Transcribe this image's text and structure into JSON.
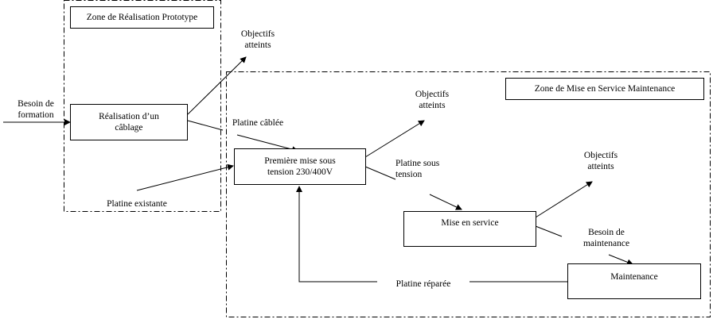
{
  "zones": {
    "prototype": "Zone de Réalisation Prototype",
    "maintenance": "Zone de Mise en Service Maintenance"
  },
  "boxes": {
    "cablage": "Réalisation d’un\ncâblage",
    "premiere_mise": "Première mise sous\ntension 230/400V",
    "mise_en_service": "Mise en service",
    "maintenance": "Maintenance"
  },
  "labels": {
    "besoin_formation": "Besoin de\nformation",
    "objectifs_1": "Objectifs\natteints",
    "objectifs_2": "Objectifs\natteints",
    "objectifs_3": "Objectifs\natteints",
    "platine_cablee": "Platine câblée",
    "platine_existante": "Platine existante",
    "platine_sous_tension": "Platine sous\ntension",
    "besoin_maintenance": "Besoin de\nmaintenance",
    "platine_reparee": "Platine réparée"
  },
  "colors": {
    "line": "#000000",
    "background": "#ffffff"
  }
}
